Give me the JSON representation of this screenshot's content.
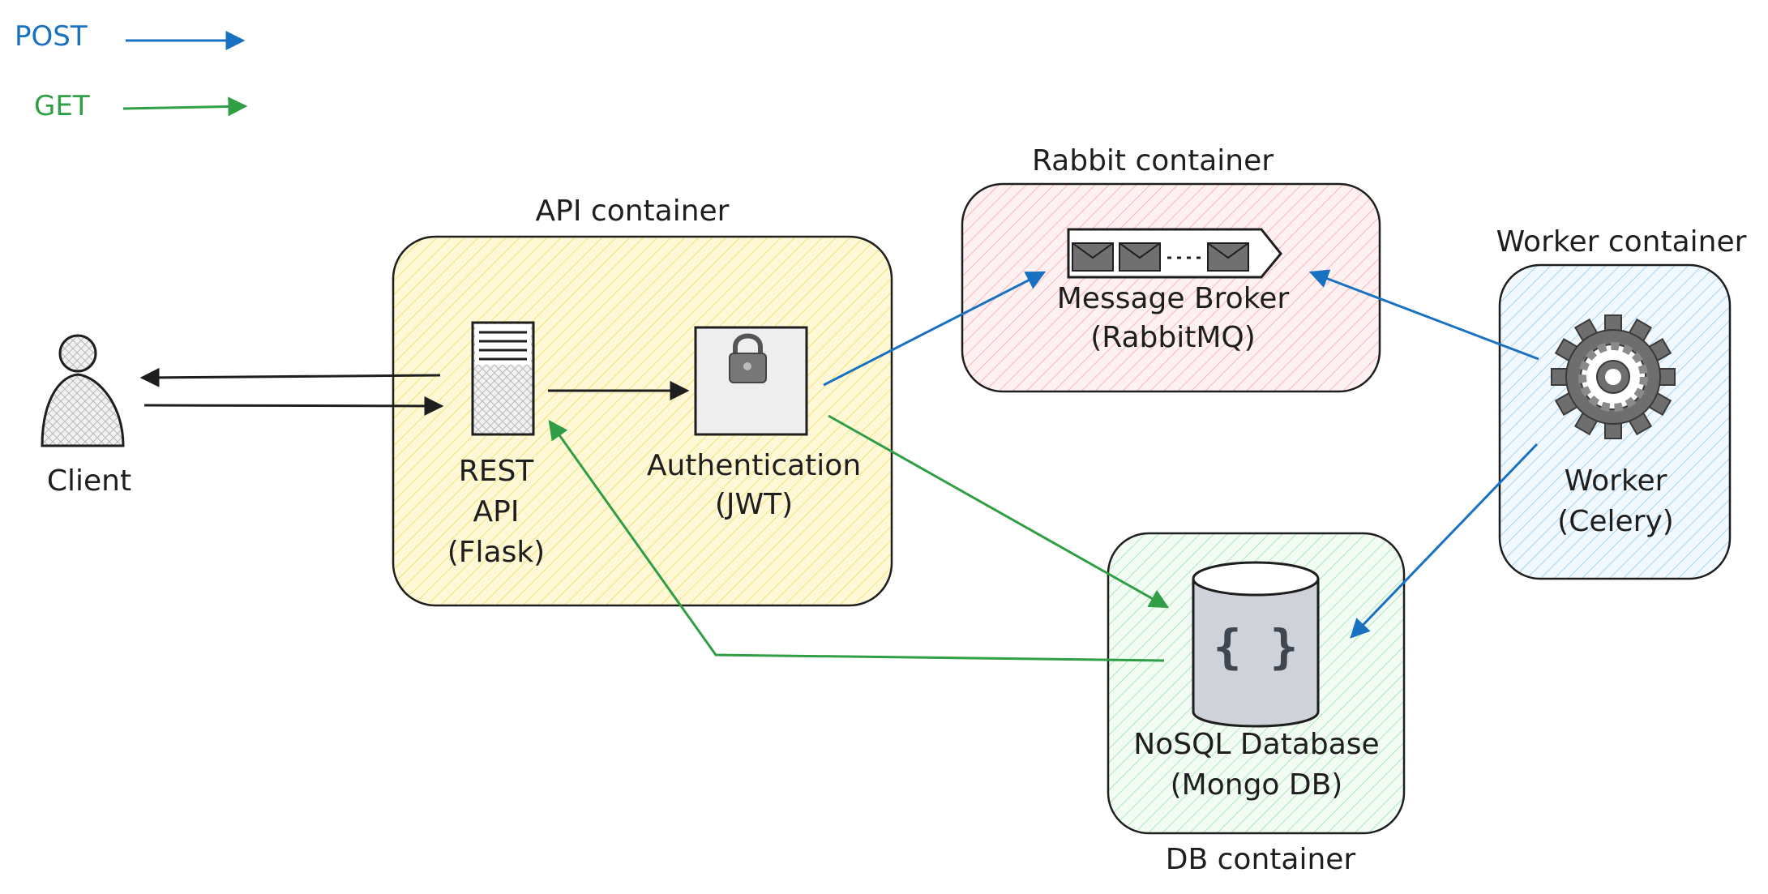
{
  "legend": {
    "post": {
      "label": "POST",
      "color": "#1971c2"
    },
    "get": {
      "label": "GET",
      "color": "#2f9e44"
    }
  },
  "containers": {
    "api": {
      "title": "API container",
      "fill": "#fff3bf",
      "hatch": "#f5e05a"
    },
    "rabbit": {
      "title": "Rabbit container",
      "fill": "#ffe3e3",
      "hatch": "#f4a3a8"
    },
    "worker": {
      "title": "Worker container",
      "fill": "#e7f5ff",
      "hatch": "#8cc6ee"
    },
    "db": {
      "title": "DB container",
      "fill": "#ebfbee",
      "hatch": "#9be3a9"
    }
  },
  "nodes": {
    "client": {
      "label": "Client",
      "icon": "user-icon"
    },
    "rest_api": {
      "line1": "REST",
      "line2": "API",
      "line3": "(Flask)",
      "icon": "server-icon"
    },
    "auth": {
      "line1": "Authentication",
      "line2": "(JWT)",
      "icon": "lock-icon"
    },
    "broker": {
      "line1": "Message Broker",
      "line2": "(RabbitMQ)",
      "icon": "message-queue-icon"
    },
    "worker": {
      "line1": "Worker",
      "line2": "(Celery)",
      "icon": "gear-icon"
    },
    "database": {
      "line1": "NoSQL Database",
      "line2": "(Mongo DB)",
      "icon": "database-icon",
      "glyph": "{ }"
    }
  },
  "colors": {
    "stroke": "#1e1e1e",
    "post": "#1971c2",
    "get": "#2f9e44",
    "icon_gray": "#707070"
  }
}
